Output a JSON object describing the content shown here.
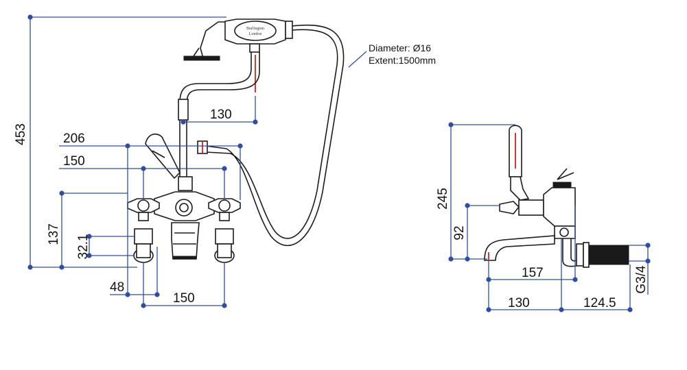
{
  "colors": {
    "dimension": "#2f4da3",
    "outline": "#1a1a1a",
    "centerline": "#d22020"
  },
  "front_view": {
    "dimensions": {
      "overall_height": "453",
      "width_206": "206",
      "width_150_top": "150",
      "height_137": "137",
      "offset_32": "32.1",
      "offset_48": "48",
      "centres_150": "150",
      "handset_offset_130": "130"
    },
    "hose_note": {
      "line1": "Diameter: Ø16",
      "line2": "Extent:1500mm"
    },
    "handset_brand": "Burlington",
    "handset_sub": "London"
  },
  "side_view": {
    "dimensions": {
      "height_245": "245",
      "height_92": "92",
      "length_157": "157",
      "length_130": "130",
      "length_124": "124.5",
      "thread": "G3/4"
    }
  }
}
